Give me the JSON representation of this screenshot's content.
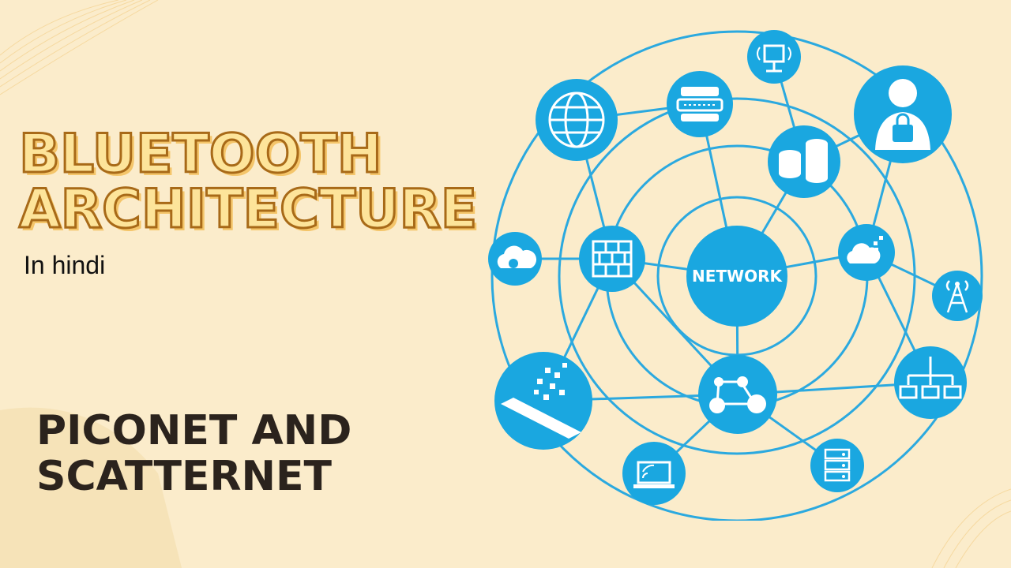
{
  "heading": {
    "line1": "BLUETOOTH",
    "line2": "ARCHITECTURE",
    "subtitle": "In hindi"
  },
  "topic": {
    "line1": "PICONET AND",
    "line2": "SCATTERNET"
  },
  "diagram": {
    "center_label": "NETWORK",
    "colors": {
      "node": "#1aa7e0",
      "line": "#2ba9df",
      "icon": "#ffffff"
    },
    "nodes": [
      {
        "name": "globe-icon"
      },
      {
        "name": "server-rack-icon"
      },
      {
        "name": "wireless-monitor-icon"
      },
      {
        "name": "secure-user-icon"
      },
      {
        "name": "database-icon"
      },
      {
        "name": "cloud-gear-icon"
      },
      {
        "name": "firewall-icon"
      },
      {
        "name": "cloud-pixel-icon"
      },
      {
        "name": "antenna-tower-icon"
      },
      {
        "name": "tablet-pixel-icon"
      },
      {
        "name": "molecule-icon"
      },
      {
        "name": "hierarchy-icon"
      },
      {
        "name": "laptop-wireless-icon"
      },
      {
        "name": "server-icon"
      }
    ]
  }
}
